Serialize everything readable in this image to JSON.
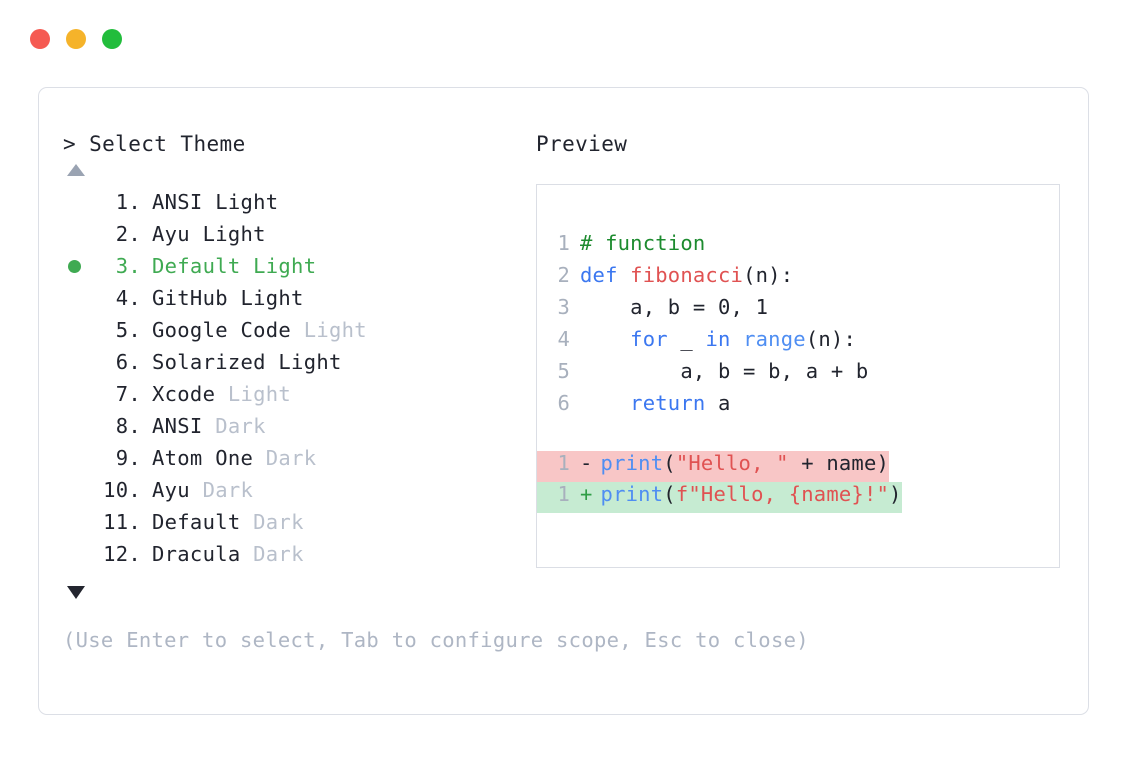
{
  "window": {
    "traffic_lights": [
      {
        "name": "close",
        "color": "#f55a52"
      },
      {
        "name": "minimize",
        "color": "#f5b32a"
      },
      {
        "name": "maximize",
        "color": "#22bd3c"
      }
    ]
  },
  "selector": {
    "prompt_caret": ">",
    "title": "Select Theme",
    "scroll_up_icon": "triangle-up",
    "scroll_down_icon": "triangle-down",
    "selected_index": 3,
    "selection_bullet_color": "#3faa52",
    "items": [
      {
        "num": "1.",
        "name": "ANSI Light",
        "suffix": "",
        "selected": false
      },
      {
        "num": "2.",
        "name": "Ayu Light",
        "suffix": "",
        "selected": false
      },
      {
        "num": "3.",
        "name": "Default Light",
        "suffix": "",
        "selected": true
      },
      {
        "num": "4.",
        "name": "GitHub Light",
        "suffix": "",
        "selected": false
      },
      {
        "num": "5.",
        "name": "Google Code",
        "suffix": "Light",
        "selected": false
      },
      {
        "num": "6.",
        "name": "Solarized Light",
        "suffix": "",
        "selected": false
      },
      {
        "num": "7.",
        "name": "Xcode",
        "suffix": "Light",
        "selected": false
      },
      {
        "num": "8.",
        "name": "ANSI",
        "suffix": "Dark",
        "selected": false
      },
      {
        "num": "9.",
        "name": "Atom One",
        "suffix": "Dark",
        "selected": false
      },
      {
        "num": "10.",
        "name": "Ayu",
        "suffix": "Dark",
        "selected": false
      },
      {
        "num": "11.",
        "name": "Default",
        "suffix": "Dark",
        "selected": false
      },
      {
        "num": "12.",
        "name": "Dracula",
        "suffix": "Dark",
        "selected": false
      }
    ]
  },
  "footer": {
    "hint": "(Use Enter to select, Tab to configure scope, Esc to close)"
  },
  "preview": {
    "label": "Preview",
    "code_lines": [
      {
        "num": "1",
        "tokens": [
          {
            "t": "# function",
            "c": "comment"
          }
        ]
      },
      {
        "num": "2",
        "tokens": [
          {
            "t": "def ",
            "c": "keyword"
          },
          {
            "t": "fibonacci",
            "c": "func"
          },
          {
            "t": "(n):",
            "c": "punct"
          }
        ]
      },
      {
        "num": "3",
        "tokens": [
          {
            "t": "    a, b = 0, 1",
            "c": "plain"
          }
        ]
      },
      {
        "num": "4",
        "tokens": [
          {
            "t": "    ",
            "c": "plain"
          },
          {
            "t": "for",
            "c": "keyword"
          },
          {
            "t": " _ ",
            "c": "plain"
          },
          {
            "t": "in",
            "c": "keyword"
          },
          {
            "t": " ",
            "c": "plain"
          },
          {
            "t": "range",
            "c": "builtin"
          },
          {
            "t": "(n):",
            "c": "punct"
          }
        ]
      },
      {
        "num": "5",
        "tokens": [
          {
            "t": "        a, b = b, a + b",
            "c": "plain"
          }
        ]
      },
      {
        "num": "6",
        "tokens": [
          {
            "t": "    ",
            "c": "plain"
          },
          {
            "t": "return",
            "c": "keyword"
          },
          {
            "t": " a",
            "c": "plain"
          }
        ]
      }
    ],
    "diff_lines": [
      {
        "num": "1",
        "mark": "-",
        "kind": "del",
        "bg": "#f8c6c6",
        "tokens": [
          {
            "t": "print",
            "c": "builtin"
          },
          {
            "t": "(",
            "c": "punct"
          },
          {
            "t": "\"Hello, \"",
            "c": "string"
          },
          {
            "t": " + name)",
            "c": "plain"
          }
        ]
      },
      {
        "num": "1",
        "mark": "+",
        "kind": "add",
        "bg": "#c6ebd2",
        "tokens": [
          {
            "t": "print",
            "c": "builtin"
          },
          {
            "t": "(",
            "c": "punct"
          },
          {
            "t": "f\"Hello, {name}!\"",
            "c": "string"
          },
          {
            "t": ")",
            "c": "punct"
          }
        ]
      }
    ]
  }
}
